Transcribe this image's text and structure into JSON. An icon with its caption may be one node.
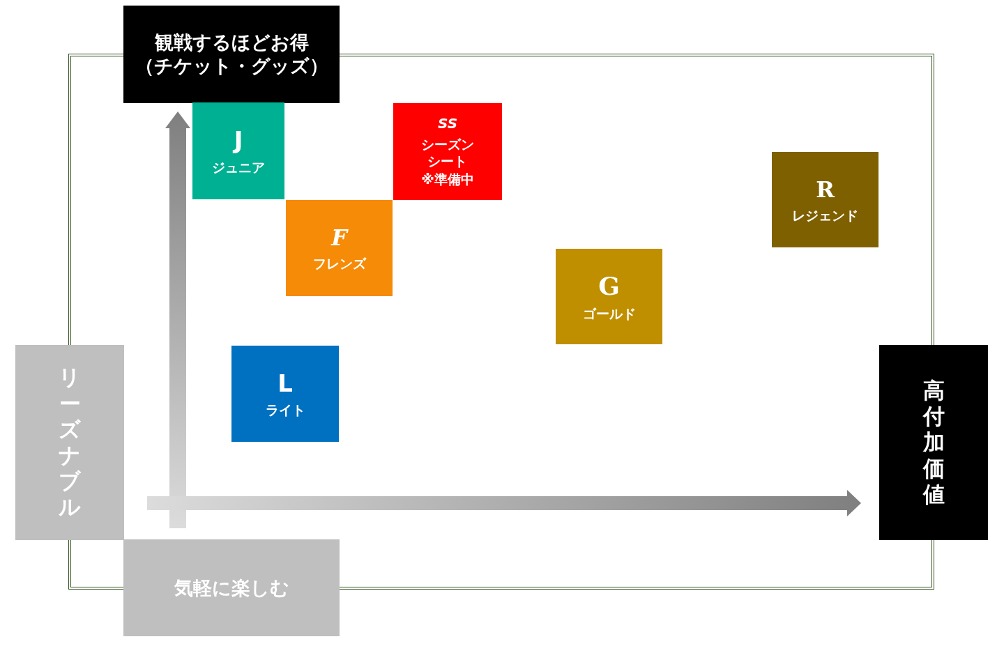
{
  "diagram": {
    "nodes": [
      {
        "text": [
          "観戦するほどお得",
          "（チケット・グッズ）"
        ]
      },
      {
        "text": [
          "J",
          "ジュニア"
        ]
      },
      {
        "text": [
          "SS",
          "シーズンシート",
          "※準備中"
        ]
      },
      {
        "text": [
          "R",
          "レジェンド"
        ]
      },
      {
        "text": [
          "F",
          "フレンズ"
        ]
      },
      {
        "text": [
          "G",
          "ゴールド"
        ]
      },
      {
        "text": [
          "リーズナブル"
        ]
      },
      {
        "text": [
          "L",
          "ライト"
        ]
      },
      {
        "text": [
          "高付加価値"
        ]
      },
      {
        "text": [
          "気軽に楽しむ"
        ]
      }
    ]
  }
}
